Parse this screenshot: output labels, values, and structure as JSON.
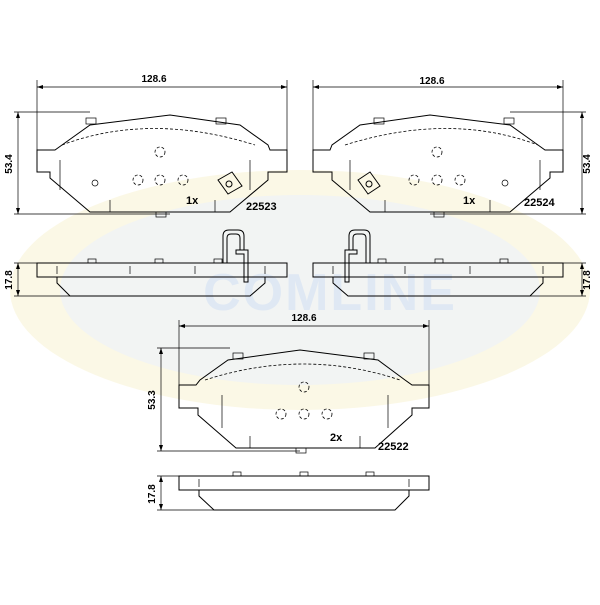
{
  "watermark": {
    "text": "COMLINE",
    "ring_color": "#f5f0c8",
    "brand_color": "#d9e4f2"
  },
  "pads": {
    "top_left": {
      "part_number": "22523",
      "quantity": "1x",
      "width": "128.6",
      "height": "53.4",
      "thickness": "17.8"
    },
    "top_right": {
      "part_number": "22524",
      "quantity": "1x",
      "width": "128.6",
      "height": "53.4",
      "thickness": "17.8"
    },
    "bottom": {
      "part_number": "22522",
      "quantity": "2x",
      "width": "128.6",
      "height": "53.3",
      "thickness": "17.8"
    }
  }
}
